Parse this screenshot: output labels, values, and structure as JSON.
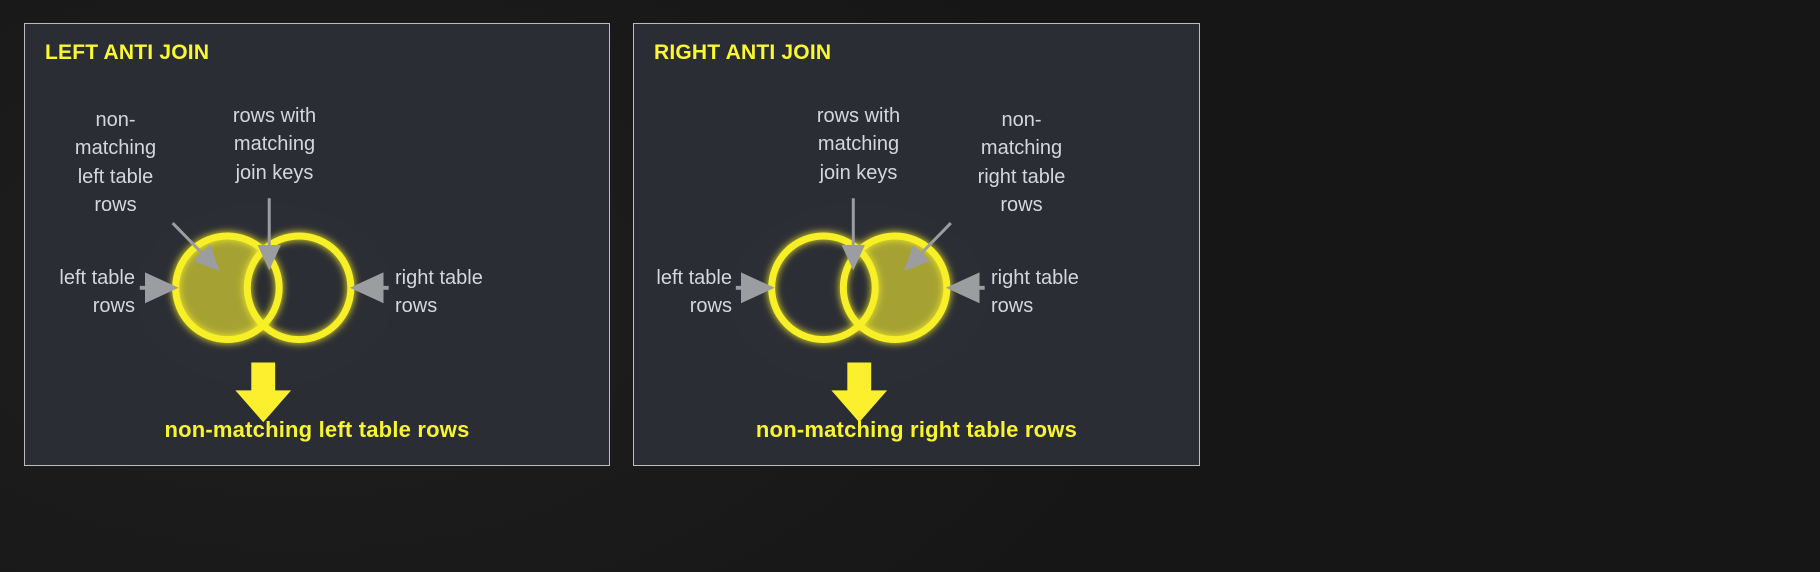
{
  "background": {
    "page_color": "#1b1b1b",
    "panel_color": "#2a2d34",
    "panel_border": "#b9bcc0"
  },
  "palette": {
    "accent_yellow": "#fbf733",
    "stroke_yellow": "#f8f026",
    "fill_olive": "#b0ad33",
    "label_gray": "#d5d7da",
    "arrow_gray": "#9b9da1"
  },
  "panels": [
    {
      "id": "left-anti-join",
      "title": "LEFT ANTI JOIN",
      "notes": {
        "top_outer": "non-\nmatching\nleft table\nrows",
        "top_inner": "rows with\nmatching\njoin keys",
        "side_left": "left table\nrows",
        "side_right": "right table\nrows"
      },
      "highlighted_region": "left-only",
      "caption": "non-matching left table rows"
    },
    {
      "id": "right-anti-join",
      "title": "RIGHT ANTI JOIN",
      "notes": {
        "top_outer": "non-\nmatching\nright table\nrows",
        "top_inner": "rows with\nmatching\njoin keys",
        "side_left": "left table\nrows",
        "side_right": "right table\nrows"
      },
      "highlighted_region": "right-only",
      "caption": "non-matching right table rows"
    }
  ]
}
